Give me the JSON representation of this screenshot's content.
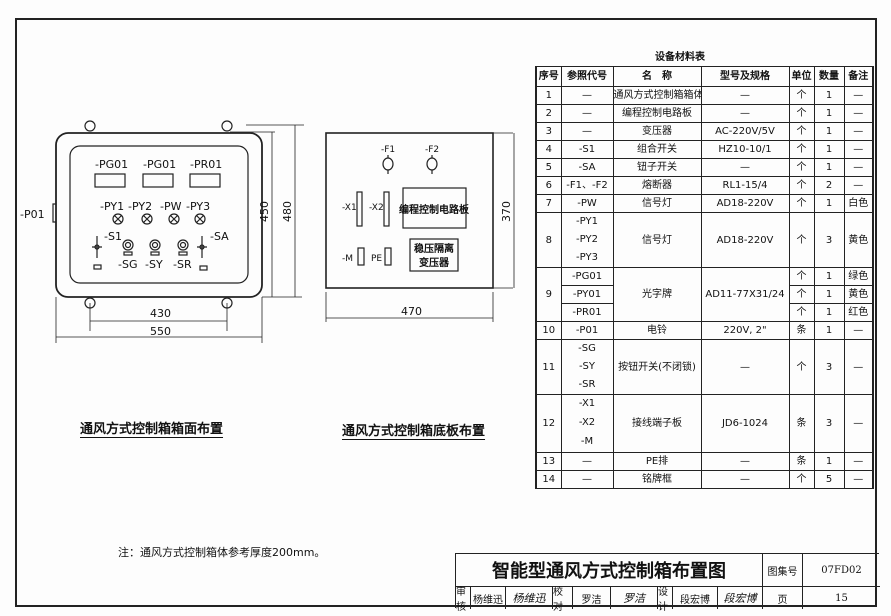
{
  "table": {
    "title": "设备材料表",
    "headers": [
      "序号",
      "参照代号",
      "名　称",
      "型号及规格",
      "单位",
      "数量",
      "备注"
    ],
    "rows": [
      {
        "no": "1",
        "ref": "—",
        "name": "通风方式控制箱箱体",
        "spec": "—",
        "unit": "个",
        "qty": "1",
        "note": "—"
      },
      {
        "no": "2",
        "ref": "—",
        "name": "编程控制电路板",
        "spec": "—",
        "unit": "个",
        "qty": "1",
        "note": "—"
      },
      {
        "no": "3",
        "ref": "—",
        "name": "变压器",
        "spec": "AC-220V/5V",
        "unit": "个",
        "qty": "1",
        "note": "—"
      },
      {
        "no": "4",
        "ref": "-S1",
        "name": "组合开关",
        "spec": "HZ10-10/1",
        "unit": "个",
        "qty": "1",
        "note": "—"
      },
      {
        "no": "5",
        "ref": "-SA",
        "name": "钮子开关",
        "spec": "—",
        "unit": "个",
        "qty": "1",
        "note": "—"
      },
      {
        "no": "6",
        "ref": "-F1、-F2",
        "name": "熔断器",
        "spec": "RL1-15/4",
        "unit": "个",
        "qty": "2",
        "note": "—"
      },
      {
        "no": "7",
        "ref": "-PW",
        "name": "信号灯",
        "spec": "AD18-220V",
        "unit": "个",
        "qty": "1",
        "note": "白色"
      },
      {
        "no": "8",
        "ref": [
          "-PY1",
          "-PY2",
          "-PY3"
        ],
        "name": "信号灯",
        "spec": "AD18-220V",
        "unit": "个",
        "qty": "3",
        "note": "黄色"
      },
      {
        "no": "9",
        "name": "光字牌",
        "spec": "AD11-77X31/24",
        "sub": [
          {
            "ref": "-PG01",
            "unit": "个",
            "qty": "1",
            "note": "绿色"
          },
          {
            "ref": "-PY01",
            "unit": "个",
            "qty": "1",
            "note": "黄色"
          },
          {
            "ref": "-PR01",
            "unit": "个",
            "qty": "1",
            "note": "红色"
          }
        ]
      },
      {
        "no": "10",
        "ref": "-P01",
        "name": "电铃",
        "spec": "220V, 2\"",
        "unit": "条",
        "qty": "1",
        "note": "—"
      },
      {
        "no": "11",
        "ref": [
          "-SG",
          "-SY",
          "-SR"
        ],
        "name": "按钮开关(不闭锁)",
        "spec": "—",
        "unit": "个",
        "qty": "3",
        "note": "—"
      },
      {
        "no": "12",
        "ref": [
          "-X1",
          "-X2",
          "-M"
        ],
        "name": "接线端子板",
        "spec": "JD6-1024",
        "unit": "条",
        "qty": "3",
        "note": "—"
      },
      {
        "no": "13",
        "ref": "—",
        "name": "PE排",
        "spec": "—",
        "unit": "条",
        "qty": "1",
        "note": "—"
      },
      {
        "no": "14",
        "ref": "—",
        "name": "铭牌框",
        "spec": "—",
        "unit": "个",
        "qty": "5",
        "note": "—"
      }
    ]
  },
  "front": {
    "caption": "通风方式控制箱箱面布置",
    "panels": [
      "-PG01",
      "-PG01",
      "-PR01"
    ],
    "lamps": [
      "-PY1",
      "-PY2",
      "-PW",
      "-PY3"
    ],
    "s1": "-S1",
    "sa": "-SA",
    "buttons": [
      "-SG",
      "-SY",
      "-SR"
    ],
    "bell": "-P01",
    "dims": {
      "inner_w": "430",
      "outer_w": "550",
      "inner_h": "450",
      "outer_h": "480"
    }
  },
  "back": {
    "caption": "通风方式控制箱底板布置",
    "f1": "-F1",
    "f2": "-F2",
    "x1": "-X1",
    "x2": "-X2",
    "m": "-M",
    "pe": "PE",
    "board": "编程控制电路板",
    "trans1": "稳压隔离",
    "trans2": "变压器",
    "dims": {
      "w": "470",
      "h": "370"
    }
  },
  "note": "注：通风方式控制箱体参考厚度200mm。",
  "title_block": {
    "title": "智能型通风方式控制箱布置图",
    "atlas_label": "图集号",
    "atlas": "07FD02",
    "page_label": "页",
    "page": "15",
    "review_label": "审核",
    "reviewer": "杨维迅",
    "reviewer_sig": "杨维迅",
    "check_label": "校对",
    "checker": "罗洁",
    "checker_sig": "罗洁",
    "design_label": "设计",
    "designer": "段宏博",
    "designer_sig": "段宏博"
  }
}
